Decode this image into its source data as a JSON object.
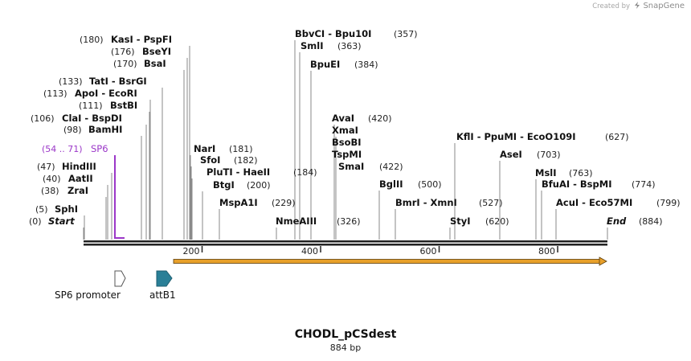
{
  "branding": {
    "prefix": "Created by",
    "name": "SnapGene"
  },
  "sequence": {
    "name": "CHODL_pCSdest",
    "length_label": "884 bp",
    "length": 884
  },
  "enzymes": [
    {
      "pos": "(0)",
      "name": "Start",
      "site": 0,
      "italic": true
    },
    {
      "pos": "(5)",
      "name": "SphI",
      "site": 5
    },
    {
      "pos": "(38)",
      "name": "ZraI",
      "site": 38
    },
    {
      "pos": "(40)",
      "name": "AatII",
      "site": 40
    },
    {
      "pos": "(47)",
      "name": "HindIII",
      "site": 47
    },
    {
      "pos": "(98)",
      "name": "BamHI",
      "site": 98
    },
    {
      "pos": "(106)",
      "name": "ClaI  -  BspDI",
      "site": 106
    },
    {
      "pos": "(111)",
      "name": "BstBI",
      "site": 111
    },
    {
      "pos": "(113)",
      "name": "ApoI  -  EcoRI",
      "site": 113
    },
    {
      "pos": "(133)",
      "name": "TatI  -  BsrGI",
      "site": 133
    },
    {
      "pos": "(170)",
      "name": "BsaI",
      "site": 170
    },
    {
      "pos": "(176)",
      "name": "BseYI",
      "site": 176
    },
    {
      "pos": "(180)",
      "name": "KasI  -  PspFI",
      "site": 180
    },
    {
      "pos": "(181)",
      "name": "NarI",
      "site": 181
    },
    {
      "pos": "(182)",
      "name": "SfoI",
      "site": 182
    },
    {
      "pos": "(184)",
      "name": "PluTI  -  HaeII",
      "site": 184
    },
    {
      "pos": "(200)",
      "name": "BtgI",
      "site": 200
    },
    {
      "pos": "(229)",
      "name": "MspA1I",
      "site": 229
    },
    {
      "pos": "(326)",
      "name": "NmeAIII",
      "site": 326
    },
    {
      "pos": "(357)",
      "name": "BbvCI  -  Bpu10I",
      "site": 357
    },
    {
      "pos": "(363)",
      "name": "SmlI",
      "site": 363
    },
    {
      "pos": "(384)",
      "name": "BpuEI",
      "site": 384
    },
    {
      "pos": "(420)",
      "name": "AvaI",
      "site": 420
    },
    {
      "pos": "",
      "name": "XmaI",
      "site": 422
    },
    {
      "pos": "",
      "name": "BsoBI",
      "site": 420
    },
    {
      "pos": "",
      "name": "TspMI",
      "site": 422
    },
    {
      "pos": "(422)",
      "name": "SmaI",
      "site": 422
    },
    {
      "pos": "(500)",
      "name": "BglII",
      "site": 500
    },
    {
      "pos": "(527)",
      "name": "BmrI  -  XmnI",
      "site": 527
    },
    {
      "pos": "(620)",
      "name": "StyI",
      "site": 620
    },
    {
      "pos": "(627)",
      "name": "KflI  -  PpuMI  -  EcoO109I",
      "site": 627
    },
    {
      "pos": "(703)",
      "name": "AseI",
      "site": 703
    },
    {
      "pos": "(763)",
      "name": "MslI",
      "site": 763
    },
    {
      "pos": "(774)",
      "name": "BfuAI  -  BspMI",
      "site": 774
    },
    {
      "pos": "(799)",
      "name": "AcuI  -  Eco57MI",
      "site": 799
    },
    {
      "pos": "(884)",
      "name": "End",
      "site": 884,
      "italic": true
    }
  ],
  "primer": {
    "range": "(54 .. 71)",
    "name": "SP6",
    "start": 54,
    "end": 71,
    "color": "#9b37c8"
  },
  "ruler": {
    "ticks": [
      200,
      400,
      600,
      800
    ]
  },
  "orf": {
    "start": 151,
    "end": 884,
    "color": "#e8a02a"
  },
  "features": [
    {
      "name": "SP6 promoter",
      "color": "#ffffff",
      "stroke": "#555555"
    },
    {
      "name": "attB1",
      "color": "#2a7f97",
      "stroke": "#1f5f70"
    }
  ]
}
